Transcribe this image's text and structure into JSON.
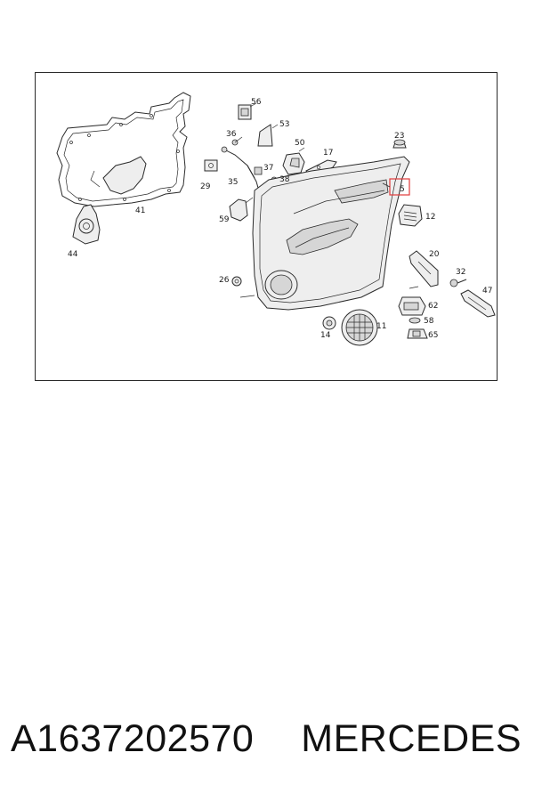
{
  "footer": {
    "part_number": "A1637202570",
    "brand": "MERCEDES"
  },
  "diagram": {
    "highlight_color": "#e03a3a",
    "highlighted_callout": "5",
    "callouts": [
      "41",
      "44",
      "56",
      "53",
      "36",
      "50",
      "17",
      "23",
      "29",
      "35",
      "37",
      "38",
      "5",
      "59",
      "12",
      "20",
      "32",
      "26",
      "47",
      "62",
      "58",
      "14",
      "11",
      "65"
    ]
  }
}
